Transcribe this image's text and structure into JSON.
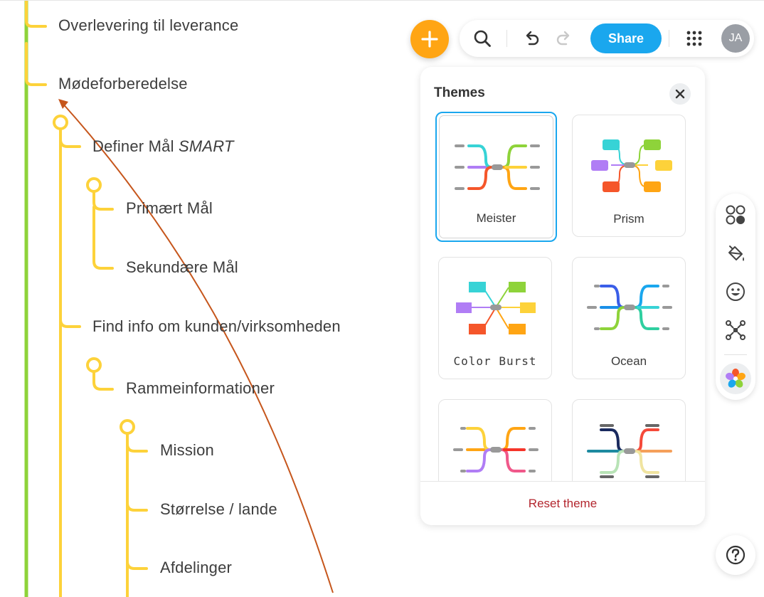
{
  "mindmap": {
    "nodes": [
      {
        "text": "Overlevering til leverance"
      },
      {
        "text": "Mødeforberedelse"
      },
      {
        "text": "Definer Mål ",
        "emph": "SMART"
      },
      {
        "text": "Primært Mål"
      },
      {
        "text": "Sekundære Mål"
      },
      {
        "text": "Find info om kunden/virksomheden"
      },
      {
        "text": "Rammeinformationer"
      },
      {
        "text": "Mission"
      },
      {
        "text": "Størrelse / lande"
      },
      {
        "text": "Afdelinger"
      }
    ]
  },
  "toolbar": {
    "add_icon": "plus-icon",
    "search_icon": "search-icon",
    "undo_icon": "undo-icon",
    "redo_icon": "redo-icon",
    "share_label": "Share",
    "apps_icon": "grid-icon",
    "avatar_initials": "JA"
  },
  "themes": {
    "title": "Themes",
    "close_icon": "close-icon",
    "items": [
      {
        "name": "Meister",
        "selected": true
      },
      {
        "name": "Prism",
        "selected": false
      },
      {
        "name": "Color Burst",
        "selected": false
      },
      {
        "name": "Ocean",
        "selected": false
      },
      {
        "name": "",
        "selected": false
      },
      {
        "name": "",
        "selected": false
      }
    ],
    "reset_label": "Reset theme"
  },
  "side_rail": {
    "icons": [
      "layout-icon",
      "paint-bucket-icon",
      "emoji-icon",
      "map-structure-icon",
      "theme-flower-icon"
    ]
  },
  "help": {
    "icon": "help-icon"
  },
  "colors": {
    "accent_orange": "#ffa514",
    "share_blue": "#1aa7ee",
    "branch_yellow": "#fdd23a",
    "branch_green": "#8ed33a",
    "arrow_brown": "#c6561c",
    "reset_red": "#b3262e"
  }
}
